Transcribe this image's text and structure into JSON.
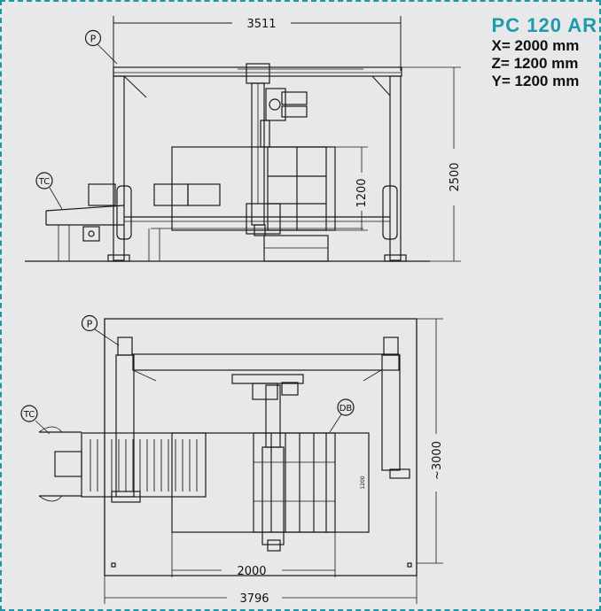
{
  "model": {
    "name": "PC 120 AR",
    "color": "#1e9aa8"
  },
  "axes": [
    {
      "label": "X= 2000 mm"
    },
    {
      "label": "Z= 1200 mm"
    },
    {
      "label": "Y= 1200 mm"
    }
  ],
  "elevation": {
    "width": "3511",
    "height": "2500",
    "stack_height": "1200",
    "callout_p": "P",
    "callout_tc": "TC"
  },
  "plan": {
    "depth": "~3000",
    "pallet_width": "2000",
    "overall_width": "3796",
    "pallet_small": "1200",
    "callout_p": "P",
    "callout_tc": "TC",
    "callout_db": "DB"
  },
  "colors": {
    "frame": "#1f96a8",
    "background": "#e6e8e9",
    "line": "#1a1a1a"
  }
}
